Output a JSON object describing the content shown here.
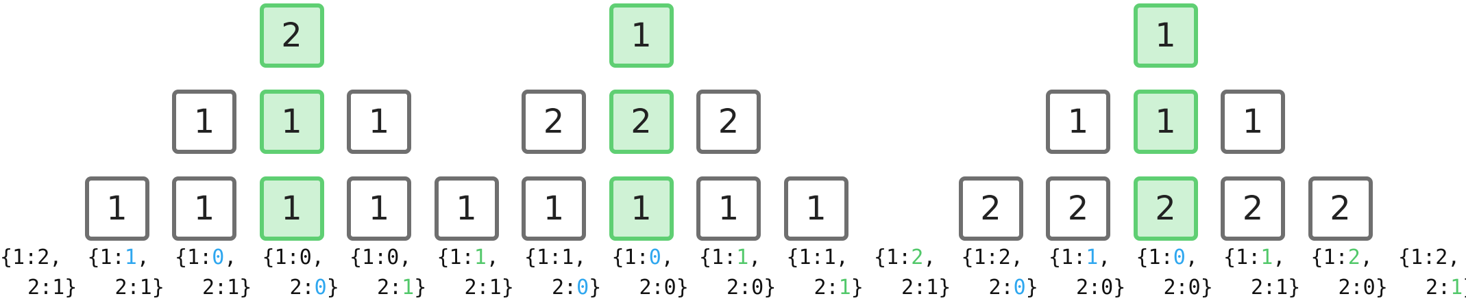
{
  "colors": {
    "box_border": "#6f6f6f",
    "highlight_border": "#5fcf73",
    "highlight_fill": "#cff2d5",
    "digit_blue": "#2fa7ef",
    "digit_green": "#52c86a"
  },
  "boxes": [
    {
      "col": 3,
      "row": 0,
      "value": "2",
      "highlighted": true
    },
    {
      "col": 2,
      "row": 1,
      "value": "1",
      "highlighted": false
    },
    {
      "col": 3,
      "row": 1,
      "value": "1",
      "highlighted": true
    },
    {
      "col": 4,
      "row": 1,
      "value": "1",
      "highlighted": false
    },
    {
      "col": 1,
      "row": 2,
      "value": "1",
      "highlighted": false
    },
    {
      "col": 2,
      "row": 2,
      "value": "1",
      "highlighted": false
    },
    {
      "col": 3,
      "row": 2,
      "value": "1",
      "highlighted": true
    },
    {
      "col": 4,
      "row": 2,
      "value": "1",
      "highlighted": false
    },
    {
      "col": 5,
      "row": 2,
      "value": "1",
      "highlighted": false
    },
    {
      "col": 7,
      "row": 0,
      "value": "1",
      "highlighted": true
    },
    {
      "col": 6,
      "row": 1,
      "value": "2",
      "highlighted": false
    },
    {
      "col": 7,
      "row": 1,
      "value": "2",
      "highlighted": true
    },
    {
      "col": 8,
      "row": 1,
      "value": "2",
      "highlighted": false
    },
    {
      "col": 6,
      "row": 2,
      "value": "1",
      "highlighted": false
    },
    {
      "col": 7,
      "row": 2,
      "value": "1",
      "highlighted": true
    },
    {
      "col": 8,
      "row": 2,
      "value": "1",
      "highlighted": false
    },
    {
      "col": 9,
      "row": 2,
      "value": "1",
      "highlighted": false
    },
    {
      "col": 13,
      "row": 0,
      "value": "1",
      "highlighted": true
    },
    {
      "col": 12,
      "row": 1,
      "value": "1",
      "highlighted": false
    },
    {
      "col": 13,
      "row": 1,
      "value": "1",
      "highlighted": true
    },
    {
      "col": 14,
      "row": 1,
      "value": "1",
      "highlighted": false
    },
    {
      "col": 11,
      "row": 2,
      "value": "2",
      "highlighted": false
    },
    {
      "col": 12,
      "row": 2,
      "value": "2",
      "highlighted": false
    },
    {
      "col": 13,
      "row": 2,
      "value": "2",
      "highlighted": true
    },
    {
      "col": 14,
      "row": 2,
      "value": "2",
      "highlighted": false
    },
    {
      "col": 15,
      "row": 2,
      "value": "2",
      "highlighted": false
    }
  ],
  "labels": [
    {
      "a": "2",
      "a_color": "",
      "b": "1",
      "b_color": ""
    },
    {
      "a": "1",
      "a_color": "blue",
      "b": "1",
      "b_color": ""
    },
    {
      "a": "0",
      "a_color": "blue",
      "b": "1",
      "b_color": ""
    },
    {
      "a": "0",
      "a_color": "",
      "b": "0",
      "b_color": "blue"
    },
    {
      "a": "0",
      "a_color": "",
      "b": "1",
      "b_color": "green"
    },
    {
      "a": "1",
      "a_color": "green",
      "b": "1",
      "b_color": ""
    },
    {
      "a": "1",
      "a_color": "",
      "b": "0",
      "b_color": "blue"
    },
    {
      "a": "0",
      "a_color": "blue",
      "b": "0",
      "b_color": ""
    },
    {
      "a": "1",
      "a_color": "green",
      "b": "0",
      "b_color": ""
    },
    {
      "a": "1",
      "a_color": "",
      "b": "1",
      "b_color": "green"
    },
    {
      "a": "2",
      "a_color": "green",
      "b": "1",
      "b_color": ""
    },
    {
      "a": "2",
      "a_color": "",
      "b": "0",
      "b_color": "blue"
    },
    {
      "a": "1",
      "a_color": "blue",
      "b": "0",
      "b_color": ""
    },
    {
      "a": "0",
      "a_color": "blue",
      "b": "0",
      "b_color": ""
    },
    {
      "a": "1",
      "a_color": "green",
      "b": "1",
      "b_color": ""
    },
    {
      "a": "2",
      "a_color": "green",
      "b": "0",
      "b_color": ""
    },
    {
      "a": "2",
      "a_color": "",
      "b": "1",
      "b_color": "green"
    }
  ]
}
